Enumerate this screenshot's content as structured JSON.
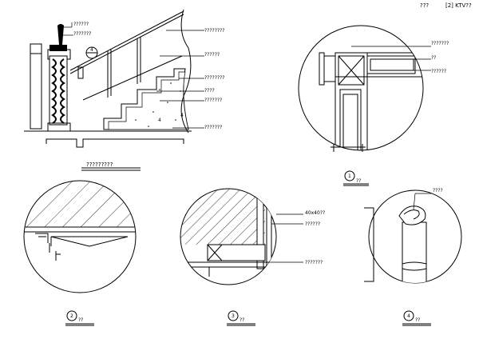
{
  "header": {
    "title": "???",
    "sheet": "[2] KTV??"
  },
  "stair_section": {
    "marker_num": "4",
    "labels": [
      "??????",
      "???????",
      "????????",
      "??????",
      "????????",
      "????",
      "???????",
      "???????"
    ],
    "title": "?????????"
  },
  "detail_1": {
    "labels": [
      "???????",
      "??",
      "??????"
    ],
    "caption_num": "1",
    "caption": "??"
  },
  "detail_2": {
    "caption_num": "2",
    "caption": "??"
  },
  "detail_3": {
    "labels": [
      "40x40??",
      "??????",
      "???????"
    ],
    "caption_num": "3",
    "caption": "??"
  },
  "detail_4": {
    "labels": [
      "????"
    ],
    "caption_num": "4",
    "caption": "??"
  }
}
